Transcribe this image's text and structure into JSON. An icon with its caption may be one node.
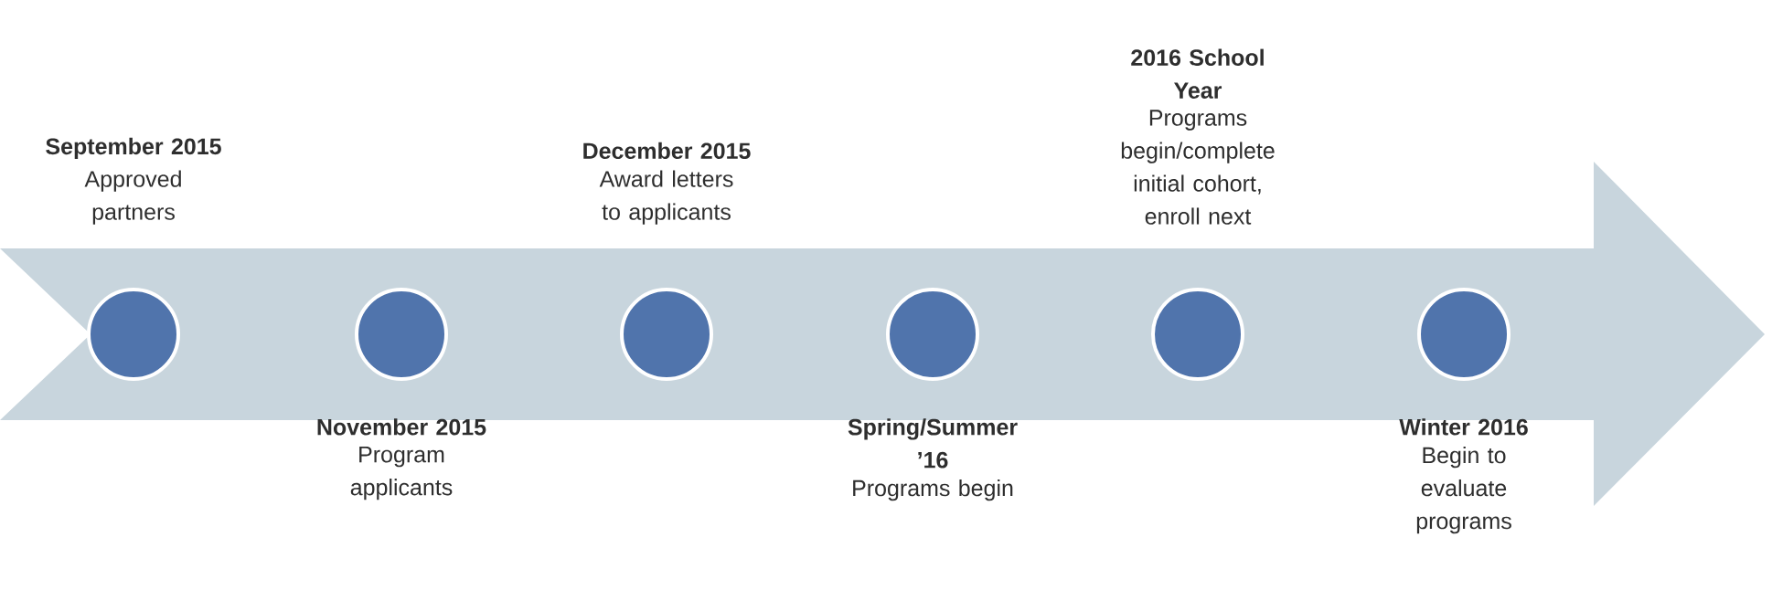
{
  "diagram": {
    "nodes": [
      {
        "text": [],
        "shape": "arrow"
      },
      {
        "text": [],
        "shape": "circle",
        "in": 0,
        "beside": [
          "September 2015",
          "Approved partners"
        ]
      },
      {
        "text": [],
        "shape": "circle",
        "in": 0,
        "beside": [
          "November 2015",
          "Program applicants"
        ]
      },
      {
        "text": [],
        "shape": "circle",
        "in": 0,
        "beside": [
          "December 2015",
          "Award letters to applicants"
        ]
      },
      {
        "text": [],
        "shape": "circle",
        "in": 0,
        "beside": [
          "Spring/Summer ’16",
          "Programs begin"
        ]
      },
      {
        "text": [],
        "shape": "circle",
        "in": 0,
        "beside": [
          "2016 School Year",
          "Programs begin/complete initial cohort, enroll next"
        ]
      },
      {
        "text": [],
        "shape": "circle",
        "in": 0,
        "beside": [
          "Winter 2016",
          "Begin to evaluate programs"
        ]
      }
    ]
  }
}
